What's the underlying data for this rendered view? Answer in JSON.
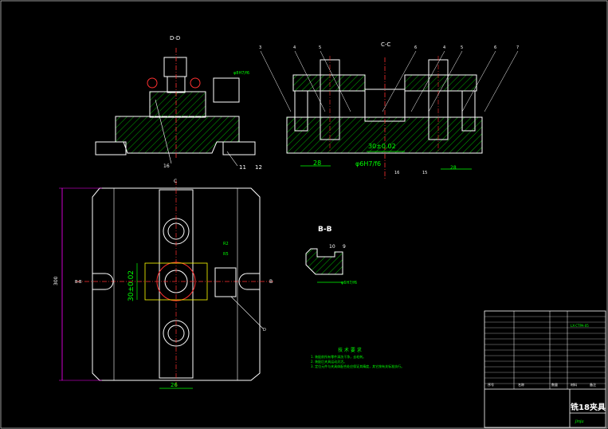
{
  "views": {
    "dd": "D-D",
    "cc": "C-C",
    "bb": "B-B"
  },
  "dims": {
    "dd_fit": "φ8H7/f6",
    "dd_left_mark": "16",
    "dd_right_mark": "11",
    "dd_right_mark2": "12",
    "cc_w1": "28",
    "cc_tol": "30±0.02",
    "cc_bore": "φ6H7/f6",
    "cc_w2": "28",
    "cc_mark_a": "15",
    "cc_mark_b": "16",
    "plan_height": "300",
    "plan_tol": "30±0.02",
    "plan_w": "26",
    "plan_sec_left": "B-B",
    "plan_sec_right": "B",
    "plan_c": "C",
    "plan_d": "D",
    "plan_r1": "R2",
    "plan_r2": "R5",
    "bb_10": "10",
    "bb_9": "9",
    "bb_fit": "φ6H7/f6"
  },
  "leaders_cc": [
    "3",
    "4",
    "5",
    "6",
    "4",
    "5",
    "6",
    "7"
  ],
  "notes": {
    "title": "技 术 要 求",
    "lines": [
      "1. 装配前所有零件清洗干净，去毛刺。",
      "2. 装配后夹具运动灵活。",
      "3. 定位元件与夹具体配合处应保证其精度，其它按有关标准执行。"
    ]
  },
  "title_block": {
    "name": "铣18夹具",
    "footer": "Jinju",
    "col_heads": [
      "序号",
      "名称",
      "数量",
      "材料",
      "备注"
    ],
    "part_no": "LX-CTPA-05"
  },
  "colors": {
    "outline": "#ffffff",
    "hatch": "#00c000",
    "dim": "#00ff00",
    "center": "#ff3030",
    "label": "#ffff00",
    "border": "#ff00ff",
    "leader": "#ffffff"
  }
}
